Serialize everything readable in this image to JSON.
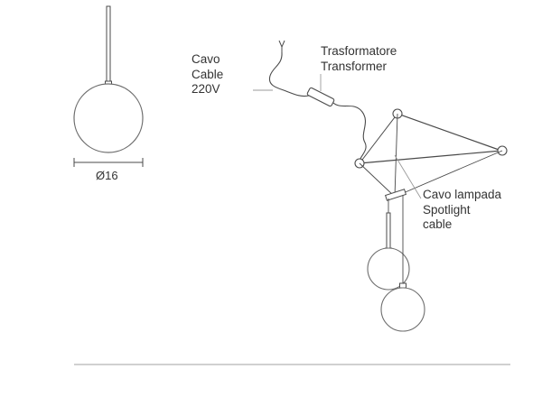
{
  "labels": {
    "cable": [
      "Cavo",
      "Cable",
      "220V"
    ],
    "transformer": [
      "Trasformatore",
      "Transformer"
    ],
    "spotlight_cable": [
      "Cavo lampada",
      "Spotlight",
      "cable"
    ],
    "diameter": "Ø16"
  },
  "colors": {
    "line": "#4a4a4a",
    "thin_line": "#9a9a9a",
    "globe_stroke": "#6e6e6e",
    "globe_fill": "#ffffff",
    "baseline": "#b5b5b5"
  }
}
